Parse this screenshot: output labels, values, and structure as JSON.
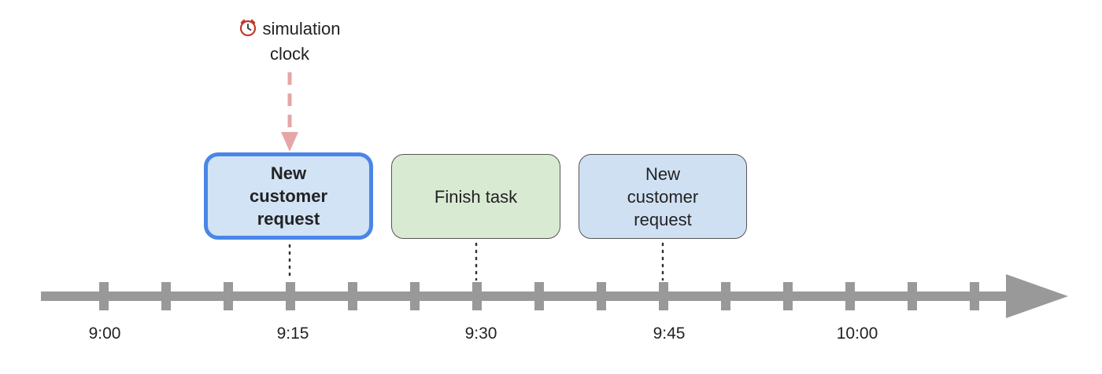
{
  "clock": {
    "label_line1": "simulation",
    "label_line2": "clock",
    "icon": "alarm-clock-icon"
  },
  "events": [
    {
      "time": "9:15",
      "label_line1": "New",
      "label_line2": "customer",
      "label_line3": "request",
      "state": "current"
    },
    {
      "time": "9:30",
      "label": "Finish task",
      "state": "scheduled"
    },
    {
      "time": "9:45",
      "label_line1": "New",
      "label_line2": "customer",
      "label_line3": "request",
      "state": "scheduled"
    }
  ],
  "timeline": {
    "tick_labels": [
      "9:00",
      "9:15",
      "9:30",
      "9:45",
      "10:00"
    ]
  },
  "colors": {
    "axis": "#999999",
    "current_border": "#4a86e8",
    "current_fill": "#d2e3f6",
    "finish_fill": "#d9ead3",
    "future_fill": "#cfe0f3",
    "clock_arrow": "#e6a6a6"
  }
}
